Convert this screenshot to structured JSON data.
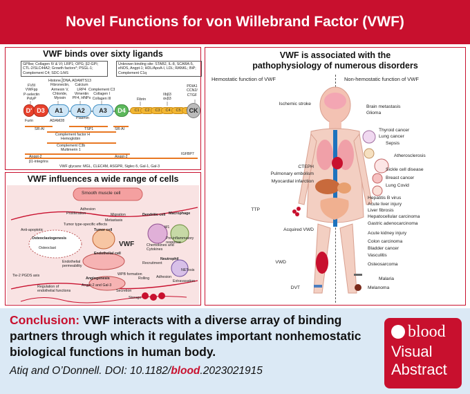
{
  "header": {
    "title": "Novel Functions for von Willebrand Factor (VWF)"
  },
  "ligands_panel": {
    "title": "VWF binds over sixty ligands",
    "top_box_left": "GPIbα; Collagen IV & VI; LRP1; OPG; β2-GPI; CTL-2/SLC44A2; Growth factors*; PSGL-1; Complement C4; SDC-1/HS",
    "top_box_right": "Unknown binding site: STAB2, IL-8, SCARA-5, eNOS, Angpt-1; HDL/ApoA-I, LDL; RANKL; BiP; Complement C1q",
    "col1": "FVIII\nVWFpp\nP-selectin\nPolyP",
    "col2": "Histone, DNA,\nFibronectin,\nArmexin V,\nChloride,\nMyosin",
    "col3": "ADAMTS13\nCalcium\nLRP4\nVimentin\nPF4, HNPs",
    "col4": "Complement C3\nCollagen I\nCollagen III",
    "fibrin": "Fibrin",
    "integrin": "IIbβ3\nαvβ3",
    "col_right": "PDIA1\nCCN2/\nCTGF",
    "domains": {
      "dprime": "D'",
      "d3": "D3",
      "a1": "A1",
      "a2": "A2",
      "a3": "A3",
      "d4": "D4",
      "ck": "CK"
    },
    "c_domains": [
      "C1",
      "C2",
      "C3",
      "C4",
      "C5",
      "C6"
    ],
    "furin": "Furin",
    "adam28": "ADAM28",
    "plasmin": "Plasmin",
    "srai_left": "SR-AI",
    "tsp1": "TSP1",
    "srai_right": "SR-AI",
    "complement_h": "Complement factor H",
    "hemoglobin": "Hemoglobin",
    "complement_c3b": "Complement C3b",
    "multimerin": "Multimerin 1",
    "angpt2_left": "Angpt-2",
    "angpt2_right": "Angpt-2",
    "igfbp7": "IGFBP7",
    "b1_integrins": "β1-integrins",
    "glycans": "VWF glycans: MGL, CLEC4M, ASGPR, Siglec-5, Gal-1, Gal-3"
  },
  "cells_panel": {
    "title": "VWF influences a wide range of cells",
    "smooth_muscle": "Smooth muscle cell",
    "cell_labels": [
      "Osteoclastogenesis",
      "Osteoclast",
      "Tumor cell",
      "Endothelial cell",
      "Angiogenesis",
      "Dendritic cell",
      "Macrophage",
      "Neutrophil",
      "Anti-apoptotic",
      "Adhesion",
      "Proliferation",
      "Migration",
      "Metastasis",
      "Tumor type-specific effects",
      "Endothelial permeability",
      "WPB formation",
      "Angpt-2 and Gal-3",
      "Regulation of endothelial functions",
      "Pro-inflammatory response",
      "Recruitment",
      "Rolling",
      "Adhesion",
      "Extravasation",
      "NETosis",
      "Storage",
      "Secretion",
      "Chemokines and Cytokines",
      "M1",
      "Tie-2 PGDS axis"
    ],
    "center": "VWF"
  },
  "disease_panel": {
    "title": "VWF is associated with the\npathophysiology of numerous disorders",
    "left_header": "Hemostatic function of VWF",
    "right_header": "Non-hemostatic function of VWF",
    "left_labels": [
      "Ischemic stroke",
      "CTEPH",
      "Pulmonary embolism",
      "Myocardial infarction",
      "TTP",
      "Acquired VWD",
      "VWD",
      "DVT"
    ],
    "right_labels": [
      "Brain metastasis",
      "Glioma",
      "Thyroid cancer",
      "Lung cancer",
      "Sepsis",
      "Atherosclerosis",
      "Sickle cell disease",
      "Breast cancer",
      "Lung Covid",
      "Hepatitis B virus",
      "Acute liver injury",
      "Liver fibrosis",
      "Hepatocellular carcinoma",
      "Gastric adenocarcinoma",
      "Acute kidney injury",
      "Colon carcinoma",
      "Bladder cancer",
      "Vasculitis",
      "Osteosarcoma",
      "Malaria",
      "Melanoma"
    ]
  },
  "conclusion": {
    "label": "Conclusion:",
    "text": " VWF interacts with a diverse array of binding partners through which it regulates important nonhemostatic biological functions in human body."
  },
  "citation": {
    "authors": "Atiq and O’Donnell. DOI: 10.1182/",
    "journal": "blood",
    "rest": ".2023021915"
  },
  "logo": {
    "brand": "blood",
    "line1": "Visual",
    "line2": "Abstract"
  },
  "colors": {
    "brand_red": "#c8102e",
    "domain_blue": "#cfe6f6",
    "c_domain_yellow": "#f2b632",
    "conclusion_bg": "#dbe9f5"
  }
}
